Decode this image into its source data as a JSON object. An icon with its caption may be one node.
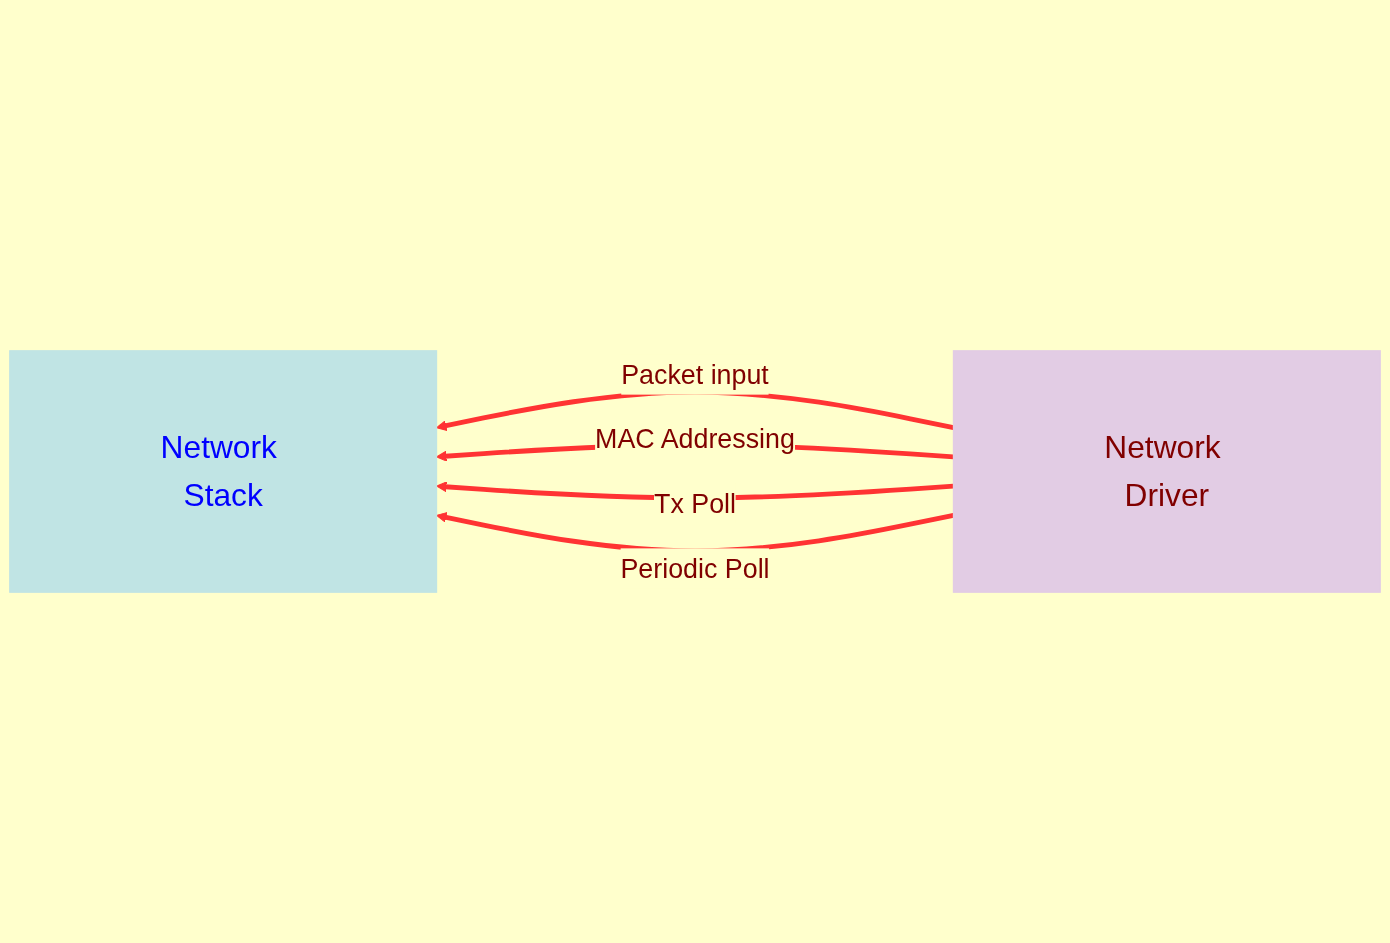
{
  "diagram": {
    "nodes": [
      {
        "text": [
          "Network Stack"
        ]
      },
      {
        "text": [
          "Network Driver"
        ]
      }
    ],
    "edges": [
      {
        "from": 1,
        "to": 0,
        "arrow": "to",
        "label": "Packet input"
      },
      {
        "from": 1,
        "to": 0,
        "arrow": "to",
        "label": "MAC Addressing"
      },
      {
        "from": 1,
        "to": 0,
        "arrow": "to",
        "label": "Tx Poll"
      },
      {
        "from": 1,
        "to": 0,
        "arrow": "to",
        "label": "Periodic Poll"
      }
    ]
  }
}
